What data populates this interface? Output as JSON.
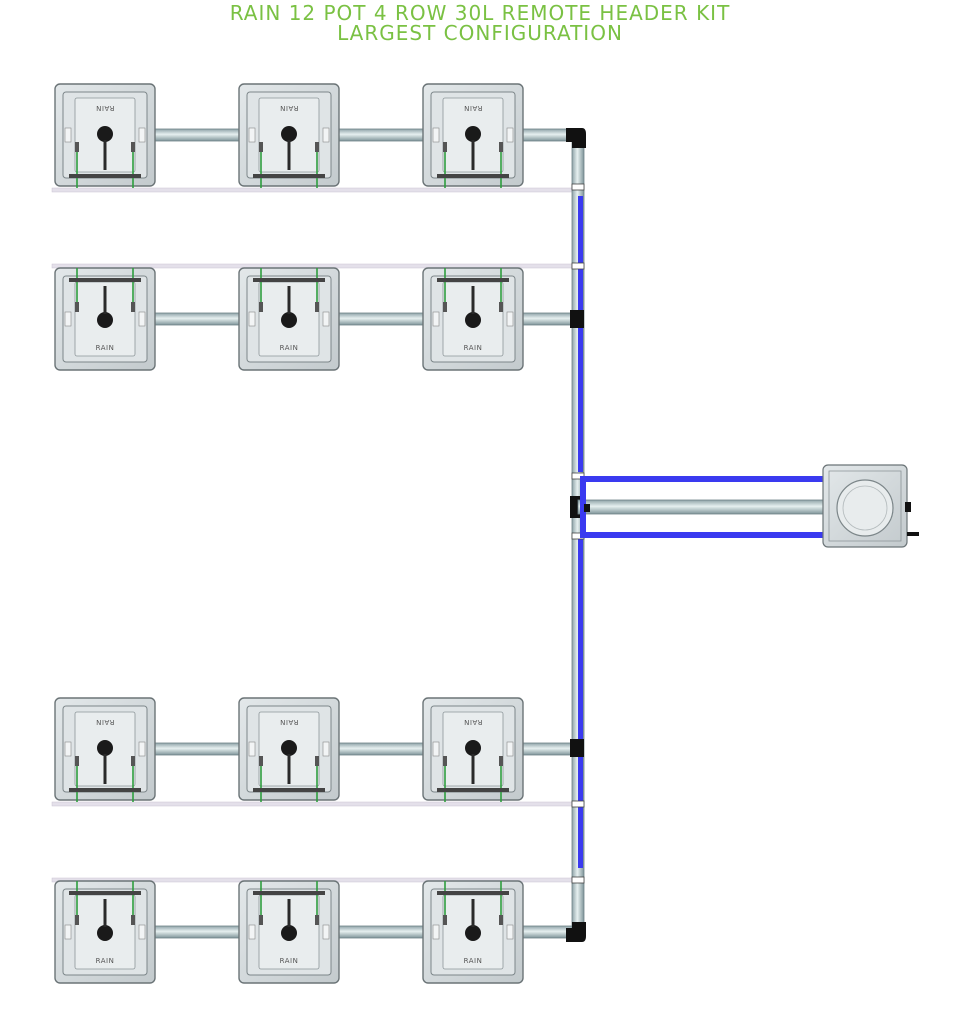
{
  "title": {
    "line1": "RAIN 12 POT 4 ROW 30L REMOTE HEADER KIT",
    "line2": "LARGEST CONFIGURATION"
  },
  "pot_label": "RAIN",
  "colors": {
    "title": "#7ac143",
    "supply_tube": "#3a3af0",
    "pipe": "#b8c8cc",
    "pot_body": "#d4dadd",
    "fitting": "#111111",
    "drain_line": "#e4e0ea"
  },
  "rows": [
    {
      "id": "row-1",
      "pots": 3,
      "orientation": "label-top"
    },
    {
      "id": "row-2",
      "pots": 3,
      "orientation": "label-bottom"
    },
    {
      "id": "row-3",
      "pots": 3,
      "orientation": "label-top"
    },
    {
      "id": "row-4",
      "pots": 3,
      "orientation": "label-bottom"
    }
  ],
  "icons": {
    "pot": "pot-icon",
    "header": "remote-header-tank-icon"
  }
}
